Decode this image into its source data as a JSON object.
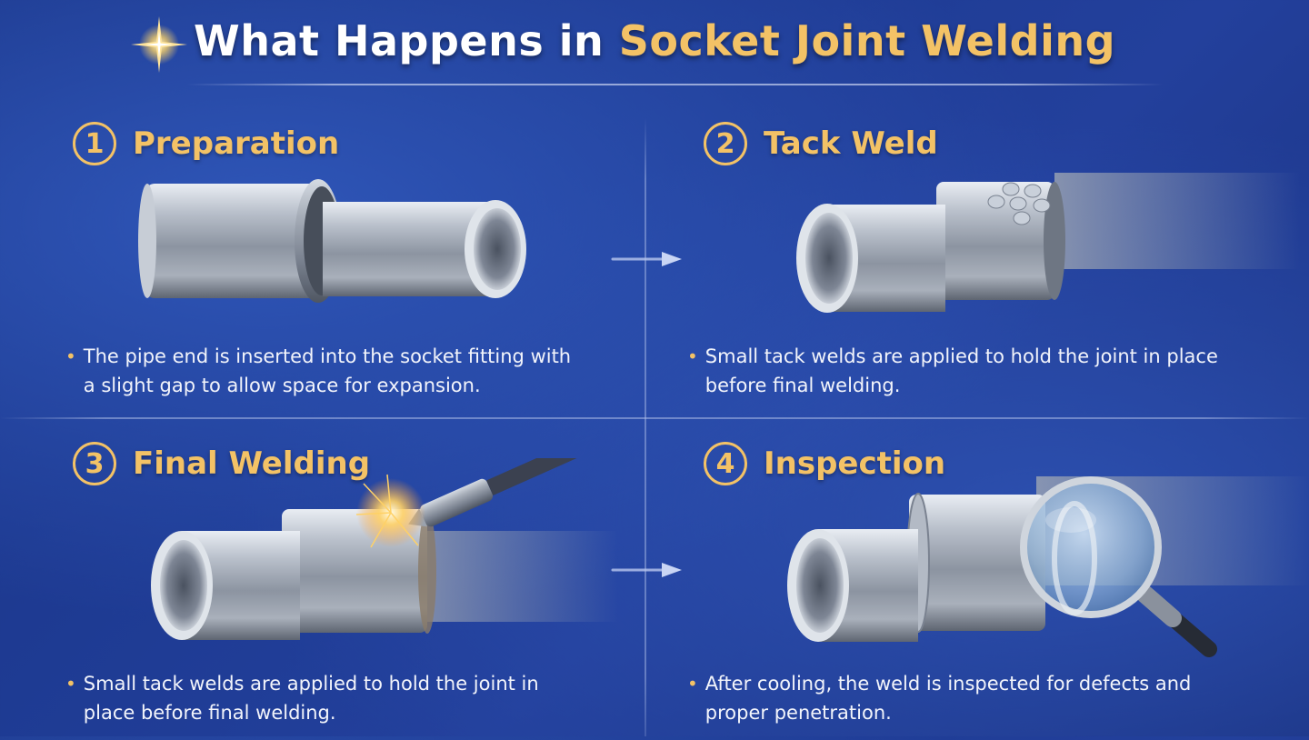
{
  "title": {
    "prefix": "What Happens in ",
    "highlight": "Socket Joint Welding"
  },
  "colors": {
    "accent": "#f3c266",
    "background": "#1f3c95",
    "text": "#ffffff"
  },
  "steps": [
    {
      "number": "1",
      "title": "Preparation",
      "description": "The pipe end is inserted into the socket fitting with a slight gap to allow space for expansion."
    },
    {
      "number": "2",
      "title": "Tack Weld",
      "description": "Small tack welds are applied to hold the joint in place before final welding."
    },
    {
      "number": "3",
      "title": "Final Welding",
      "description": "Small tack welds are applied to hold the joint in place before final welding."
    },
    {
      "number": "4",
      "title": "Inspection",
      "description": "After cooling, the weld is inspected for defects and proper penetration."
    }
  ]
}
